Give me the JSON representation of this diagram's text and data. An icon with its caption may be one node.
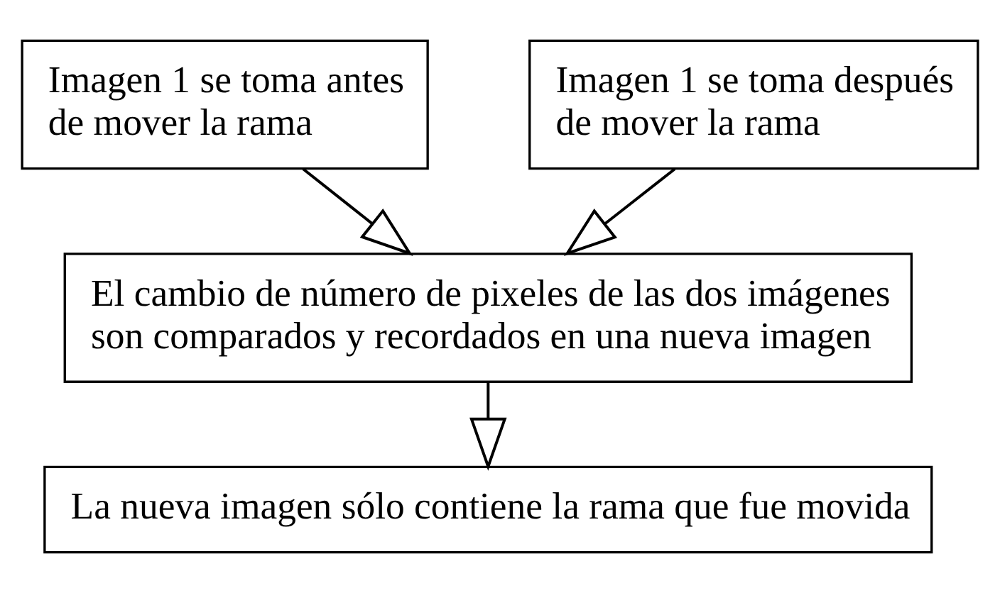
{
  "diagram": {
    "nodes": [
      {
        "text": [
          "Imagen 1 se toma antes de mover la rama"
        ]
      },
      {
        "text": [
          "Imagen 1 se toma después de mover la rama"
        ]
      },
      {
        "text": [
          "El cambio de número de pixeles de las dos imágenes son comparados y recordados en una nueva imagen"
        ]
      },
      {
        "text": [
          "La nueva imagen sólo contiene la rama que fue movida"
        ]
      }
    ],
    "edges": [
      {
        "from": 0,
        "to": 2,
        "arrow": "to"
      },
      {
        "from": 1,
        "to": 2,
        "arrow": "to"
      },
      {
        "from": 2,
        "to": 3,
        "arrow": "to"
      }
    ]
  }
}
